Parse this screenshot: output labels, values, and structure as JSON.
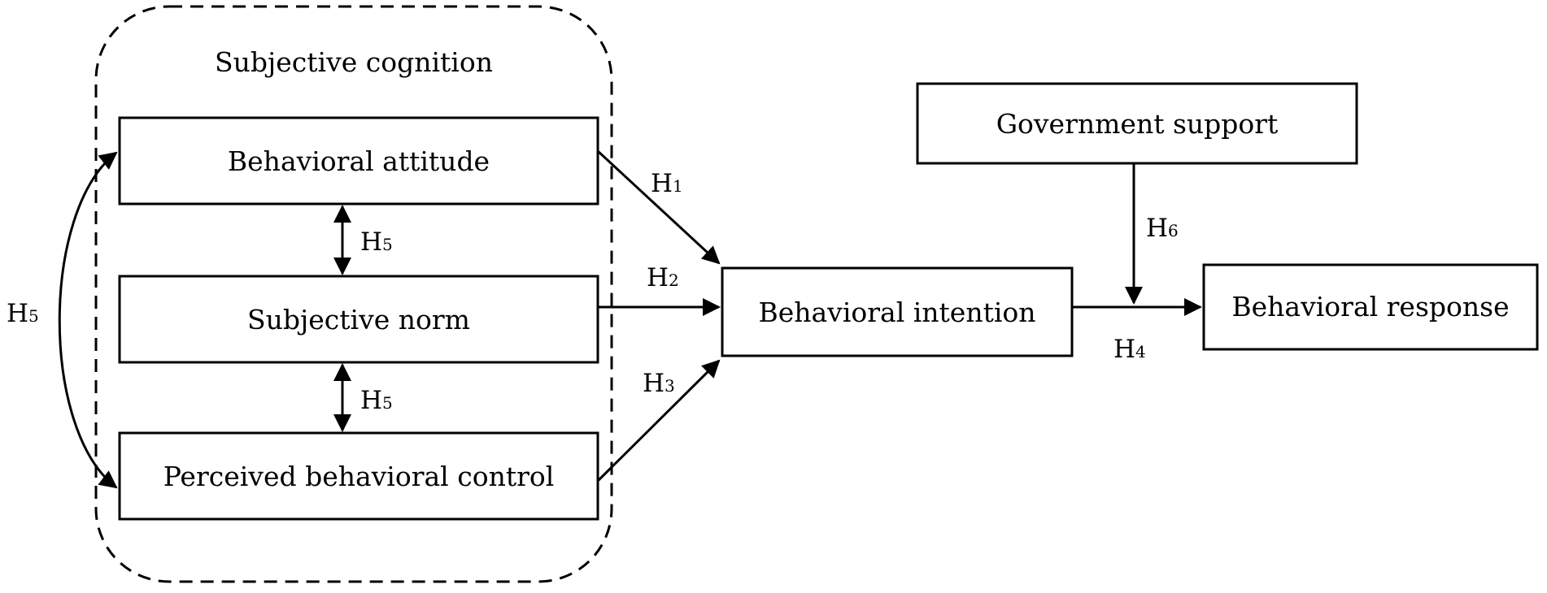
{
  "group": {
    "title": "Subjective cognition"
  },
  "nodes": {
    "attitude": "Behavioral attitude",
    "norm": "Subjective norm",
    "control": "Perceived behavioral control",
    "intention": "Behavioral intention",
    "response": "Behavioral response",
    "government": "Government support"
  },
  "hypotheses": {
    "h1": {
      "letter": "H",
      "num": "1"
    },
    "h2": {
      "letter": "H",
      "num": "2"
    },
    "h3": {
      "letter": "H",
      "num": "3"
    },
    "h4": {
      "letter": "H",
      "num": "4"
    },
    "h5_a": {
      "letter": "H",
      "num": "5"
    },
    "h5_b": {
      "letter": "H",
      "num": "5"
    },
    "h5_c": {
      "letter": "H",
      "num": "5"
    },
    "h6": {
      "letter": "H",
      "num": "6"
    }
  }
}
